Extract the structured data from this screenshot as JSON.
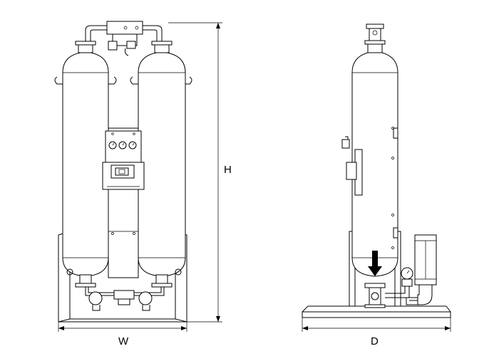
{
  "dimensions": {
    "height_label": "H",
    "width_label": "W",
    "depth_label": "D"
  },
  "views": [
    {
      "view": "front"
    },
    {
      "view": "side"
    }
  ]
}
